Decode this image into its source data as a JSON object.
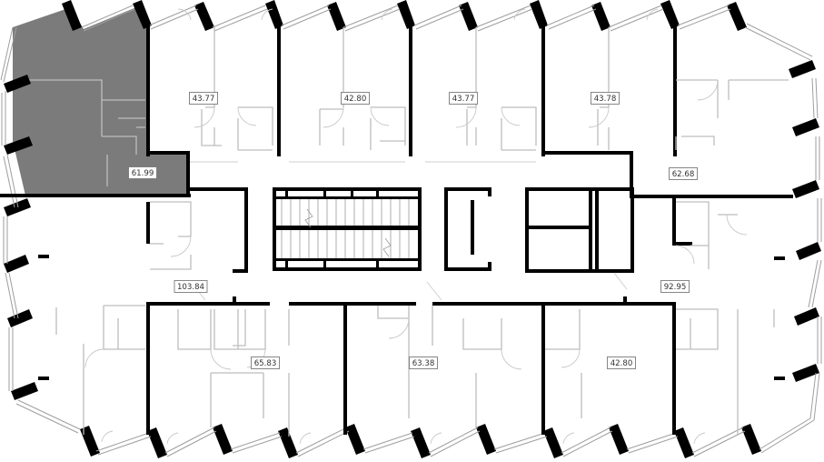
{
  "colors": {
    "wall": "#000000",
    "selected_unit": "#7b7b7b",
    "partition": "#bdbdbd",
    "label_border": "#7a7a7a",
    "background": "#ffffff"
  },
  "units": [
    {
      "id": "unit-1",
      "area": "61.99",
      "selected": true
    },
    {
      "id": "unit-2",
      "area": "43.77",
      "selected": false
    },
    {
      "id": "unit-3",
      "area": "42.80",
      "selected": false
    },
    {
      "id": "unit-4",
      "area": "43.77",
      "selected": false
    },
    {
      "id": "unit-5",
      "area": "43.78",
      "selected": false
    },
    {
      "id": "unit-6",
      "area": "62.68",
      "selected": false
    },
    {
      "id": "unit-7",
      "area": "103.84",
      "selected": false
    },
    {
      "id": "unit-8",
      "area": "92.95",
      "selected": false
    },
    {
      "id": "unit-9",
      "area": "65.83",
      "selected": false
    },
    {
      "id": "unit-10",
      "area": "63.38",
      "selected": false
    },
    {
      "id": "unit-11",
      "area": "42.80",
      "selected": false
    }
  ]
}
